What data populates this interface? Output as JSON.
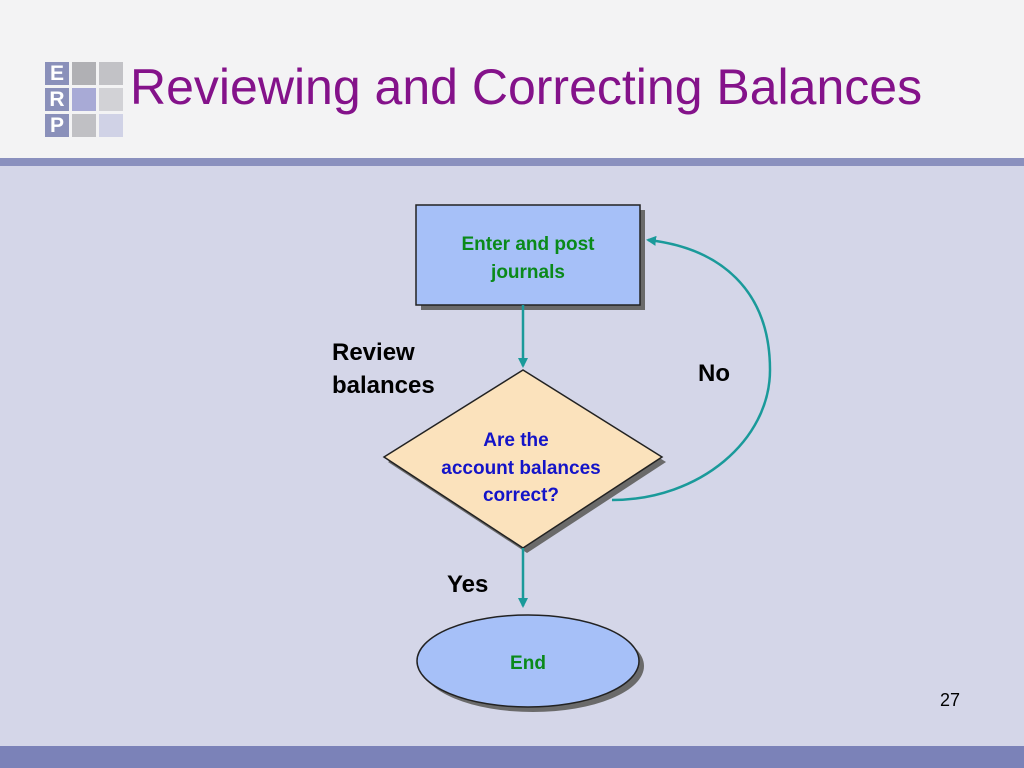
{
  "slide": {
    "title": "Reviewing and Correcting Balances",
    "page_number": "27"
  },
  "logo": {
    "letters": [
      "E",
      "R",
      "P"
    ]
  },
  "diagram": {
    "process": {
      "line1": "Enter and post",
      "line2": "journals"
    },
    "decision": {
      "line1": "Are the",
      "line2": "account balances",
      "line3": "correct?"
    },
    "terminal": {
      "label": "End"
    },
    "labels": {
      "review_line1": "Review",
      "review_line2": "balances",
      "no": "No",
      "yes": "Yes"
    }
  },
  "colors": {
    "title": "#84128a",
    "node_text_green": "#0a8a1a",
    "decision_text_blue": "#1414c8",
    "process_fill": "#a6c0f8",
    "decision_fill": "#fbe2bc",
    "connector": "#1a9a9a",
    "background": "#d4d6e8"
  }
}
